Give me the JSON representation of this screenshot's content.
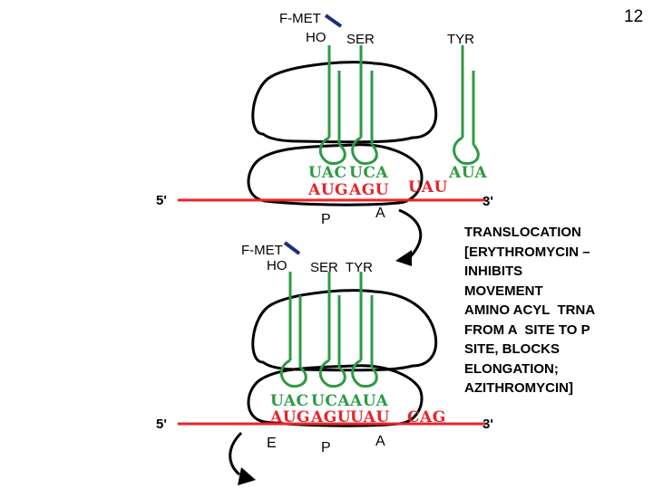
{
  "page_number": "12",
  "colors": {
    "trna": "#2e9a44",
    "mrna": "#e8232a",
    "outline": "#000000",
    "peptide_bond": "#1f2f7a"
  },
  "top": {
    "fmet_label": "F-MET",
    "ho_label": "HO",
    "ser_label": "SER",
    "tyr_label": "TYR",
    "anticodons": [
      "UAC",
      "UCA"
    ],
    "incoming_anticodon": "AUA",
    "codons": [
      "AUG",
      "AGU"
    ],
    "next_codon": "UAU",
    "five_prime": "5'",
    "three_prime": "3'",
    "p_site": "P",
    "a_site": "A"
  },
  "bottom": {
    "fmet_label": "F-MET",
    "ho_label": "HO",
    "ser_tyr_label": "SER  TYR",
    "anticodons": [
      "UAC",
      "UCA",
      "AUA"
    ],
    "codons": [
      "AUG",
      "AGU",
      "UAU"
    ],
    "next_codon": "CAG",
    "five_prime": "5'",
    "three_prime": "3'",
    "e_site": "E",
    "p_site": "P",
    "a_site": "A"
  },
  "note_lines": [
    "TRANSLOCATION",
    "[ERYTHROMYCIN –",
    "INHIBITS",
    "MOVEMENT",
    "AMINO ACYL  TRNA",
    "FROM A  SITE TO P",
    "SITE, BLOCKS",
    "ELONGATION;",
    "AZITHROMYCIN]"
  ]
}
